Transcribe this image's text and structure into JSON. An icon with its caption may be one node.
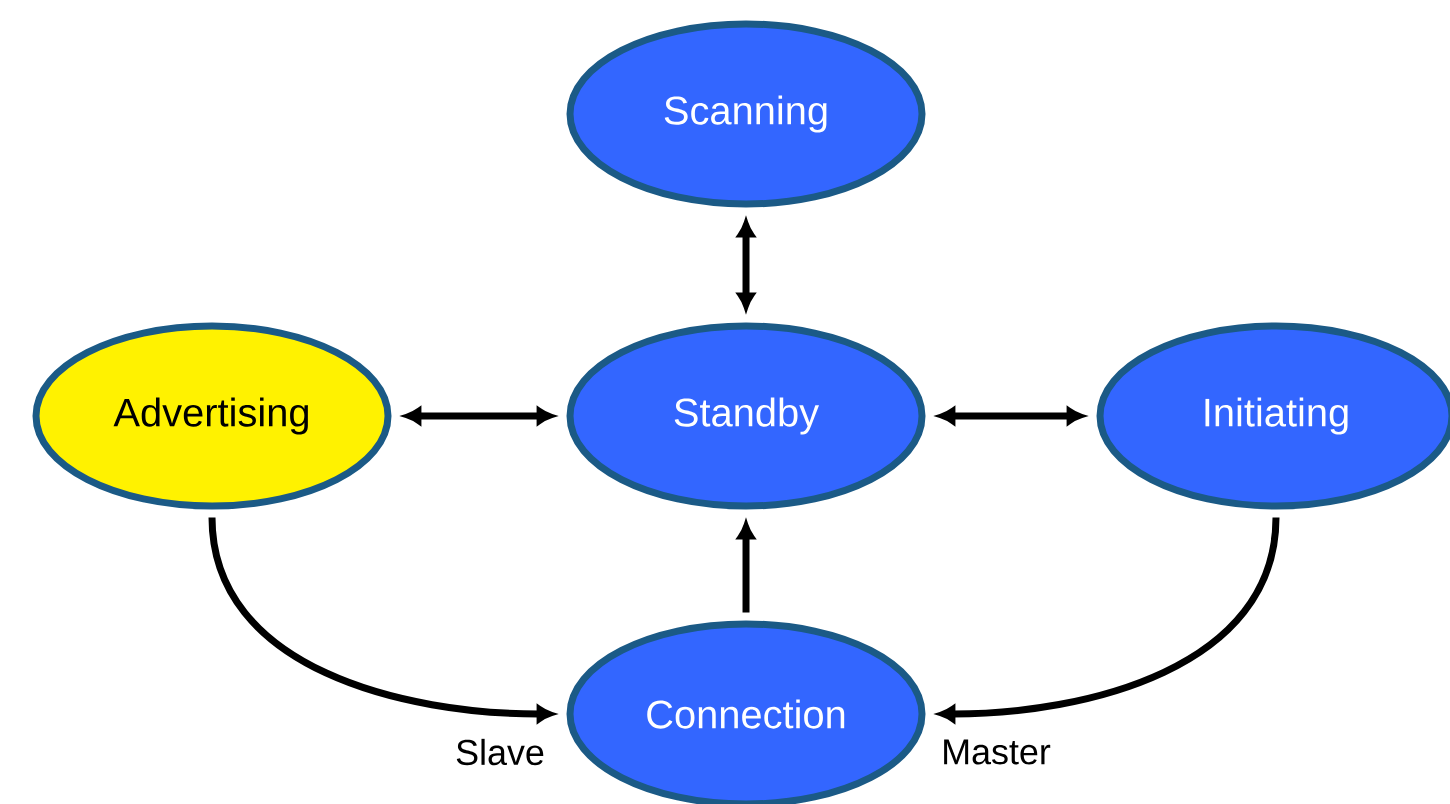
{
  "diagram": {
    "nodes": [
      {
        "text": [
          "Scanning"
        ]
      },
      {
        "text": [
          "Advertising"
        ]
      },
      {
        "text": [
          "Standby"
        ]
      },
      {
        "text": [
          "Initiating"
        ]
      },
      {
        "text": [
          "Connection"
        ]
      }
    ],
    "edges": [
      {
        "from": 0,
        "to": 2,
        "arrow": "both"
      },
      {
        "from": 1,
        "to": 2,
        "arrow": "both"
      },
      {
        "from": 2,
        "to": 3,
        "arrow": "both"
      },
      {
        "from": 4,
        "to": 2,
        "arrow": "to"
      },
      {
        "from": 1,
        "to": 4,
        "arrow": "to",
        "label": "Slave"
      },
      {
        "from": 3,
        "to": 4,
        "arrow": "to",
        "label": "Master"
      }
    ]
  }
}
